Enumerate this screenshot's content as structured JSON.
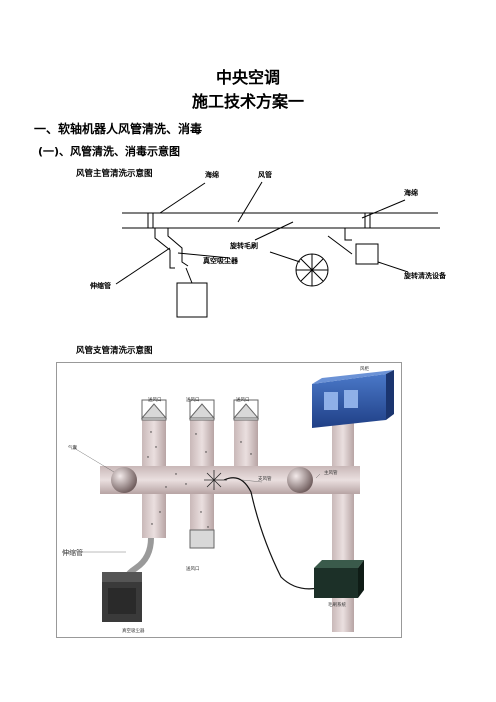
{
  "doc": {
    "title1": "中央空调",
    "title2": "施工技术方案一",
    "section1": "一、软轴机器人风管清洗、消毒",
    "subsection1": "(一)、风管清洗、消毒示意图"
  },
  "figure1": {
    "caption": "风管主管清洗示意图",
    "label_sponge_left": "海绵",
    "label_duct": "风管",
    "label_sponge_right": "海绵",
    "label_brush": "旋转毛刷",
    "label_vacuum": "真空吸尘器",
    "label_flex_pipe": "伸缩管",
    "label_rotary_device": "旋转清洗设备"
  },
  "figure2": {
    "caption": "风管支管清洗示意图",
    "label_unit": "风柜",
    "label_vent1": "送风口",
    "label_vent2": "送风口",
    "label_vent3": "送风口",
    "label_airbag": "气囊",
    "label_branch": "支风管",
    "label_main": "主风管",
    "label_flex": "伸缩管",
    "label_vent_bottom": "送风口",
    "label_vacuum": "真空吸尘器",
    "label_brush_sys": "毛刷系统"
  }
}
